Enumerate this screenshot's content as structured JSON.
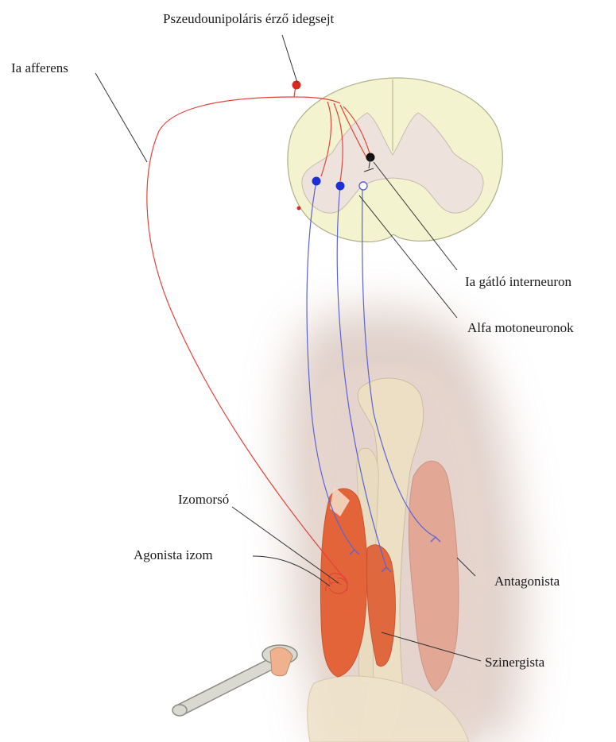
{
  "labels": {
    "pseudounipolar": "Pszeudounipoláris érző idegsejt",
    "ia_afferent": "Ia afferens",
    "ia_inhibitory": "Ia gátló interneuron",
    "alpha_motoneurons": "Alfa motoneuronok",
    "muscle_spindle": "Izomorsó",
    "agonist": "Agonista izom",
    "antagonist": "Antagonista",
    "synergist": "Szinergista"
  },
  "colors": {
    "sensory": "#e0443c",
    "motor": "#5a63d8",
    "motor_soma": "#1c2fd6",
    "interneuron": "#111111",
    "spinal_white": "#f4f3cf",
    "spinal_grey": "#eee3dc",
    "agonist_muscle": "#e2643a",
    "antagonist_muscle": "#e4a08c",
    "bone": "#ece0c6",
    "skin": "#d9c6bd"
  }
}
